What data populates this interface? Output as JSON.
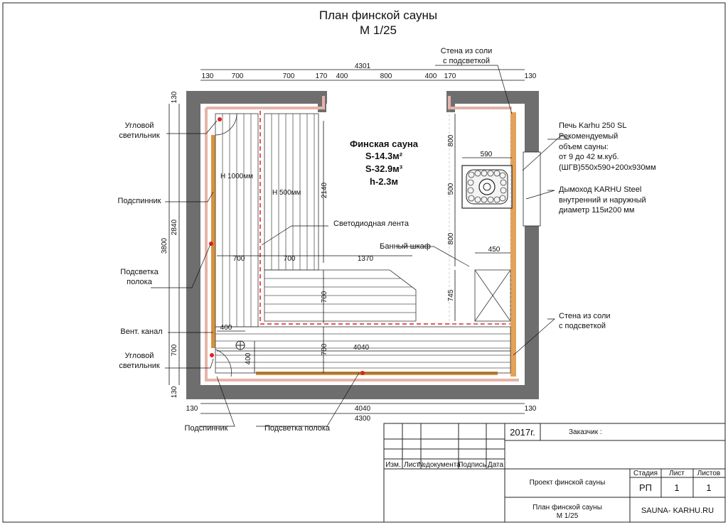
{
  "title": {
    "line1": "План финской сауны",
    "line2": "М 1/25"
  },
  "room": {
    "name": "Финская сауна",
    "area": "S-14.3м²",
    "volume": "S-32.9м³",
    "height": "h-2.3м"
  },
  "dims": {
    "top_total": "4301",
    "top": [
      "130",
      "700",
      "700",
      "170",
      "400",
      "800",
      "400",
      "170",
      "130"
    ],
    "bottom": [
      "130",
      "4040",
      "130"
    ],
    "bottom_total": "4300",
    "left": [
      "130",
      "2840",
      "700",
      "130"
    ],
    "left_total": "3800",
    "bench_upper": "Н 1000мм",
    "bench_lower": "Н 500мм",
    "inner_2140": "2140",
    "seat_700a": "700",
    "seat_700b": "700",
    "shelf_1370": "1370",
    "inner_700a": "700",
    "inner_700b": "700",
    "floor_4040": "4040",
    "vent_400h": "400",
    "vent_400v": "400",
    "stove_590": "590",
    "stove_800a": "800",
    "stove_500": "500",
    "stove_800b": "800",
    "cab_450": "450",
    "cab_745": "745"
  },
  "labels": {
    "salt_wall_top": [
      "Стена из соли",
      "с подсветкой"
    ],
    "corner_light_top": [
      "Угловой",
      "светильник"
    ],
    "backrest": "Подспинник",
    "shelf_light": [
      "Подсветка",
      "полока"
    ],
    "vent": "Вент. канал",
    "corner_light_bottom": [
      "Угловой",
      "светильник"
    ],
    "led": "Светодиодная лента",
    "cabinet": "Банный шкаф",
    "stove": [
      "Печь Karhu 250 SL",
      "Рекомендуемый",
      "объем сауны:",
      "от 9 до 42 м.куб.",
      "(ШГВ)550х590+200х930мм"
    ],
    "chimney": [
      "Дымоход KARHU Steel",
      "внутренний и наружный",
      "диаметр 115и200 мм"
    ],
    "salt_wall_right": [
      "Стена из соли",
      "с подсветкой"
    ],
    "backrest_bottom": "Подспинник",
    "shelf_light_bottom": "Подсветка полока"
  },
  "stamp": {
    "year": "2017г.",
    "customer": "Заказчик :",
    "cols": [
      "Изм.",
      "Лист",
      "№документа",
      "Подпись",
      "Дата"
    ],
    "project": "Проект финской сауны",
    "stage_head": [
      "Стадия",
      "Лист",
      "Листов"
    ],
    "stage_vals": [
      "РП",
      "1",
      "1"
    ],
    "plan": [
      "План финской сауны",
      "М 1/25"
    ],
    "site": "SAUNA- KARHU.RU"
  },
  "colors": {
    "wall": "#6e6e6e",
    "salt": "#e3a25a",
    "red": "#e02020",
    "wood": "#d8923c",
    "lining": "#f1c9c0"
  }
}
